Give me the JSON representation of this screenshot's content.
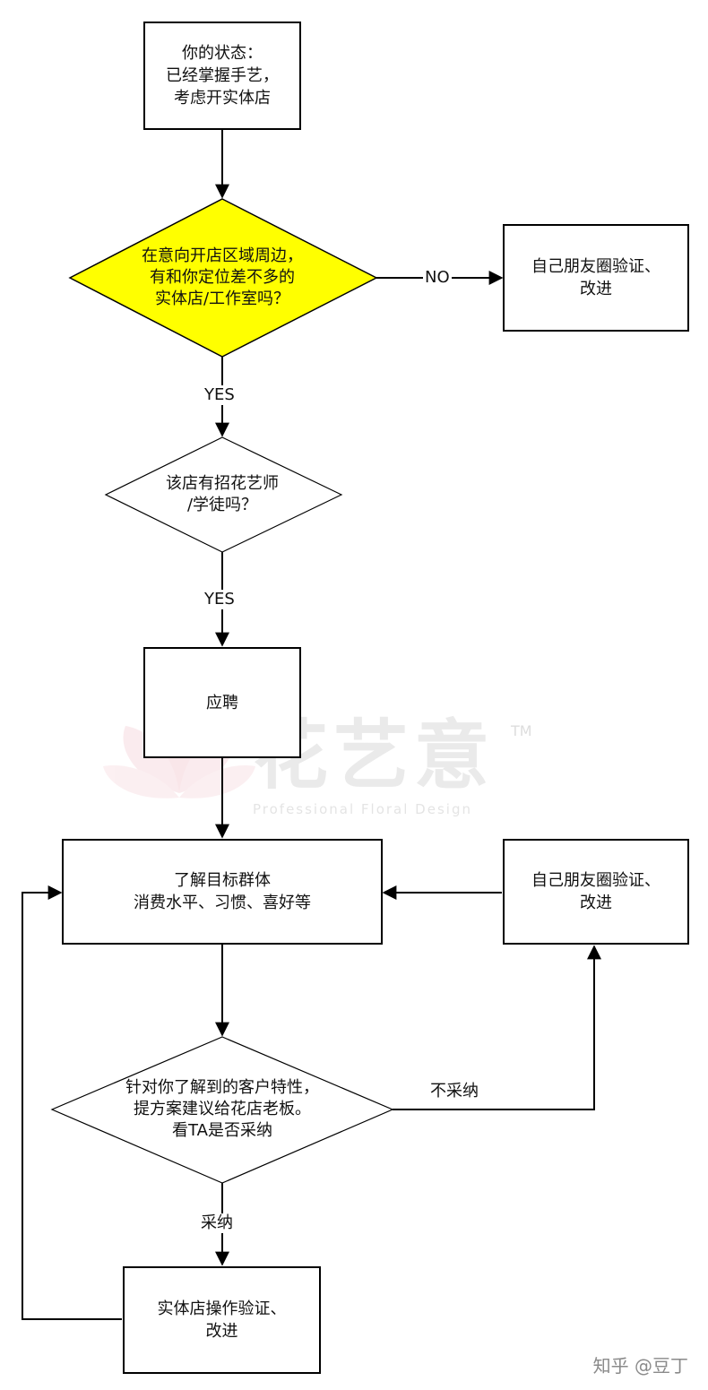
{
  "nodes": {
    "start": "你的状态：\n已经掌握手艺，\n考虑开实体店",
    "decision_similar_store": "在意向开店区域周边，\n有和你定位差不多的\n实体店/工作室吗？",
    "friends_validate_top": "自己朋友圈验证、\n改进",
    "decision_hiring": "该店有招花艺师\n/学徒吗？",
    "apply": "应聘",
    "understand_audience": "了解目标群体\n消费水平、习惯、喜好等",
    "friends_validate_bottom": "自己朋友圈验证、\n改进",
    "decision_proposal": "针对你了解到的客户特性，\n提方案建议给花店老板。\n看TA是否采纳",
    "store_validate": "实体店操作验证、\n改进"
  },
  "labels": {
    "no": "NO",
    "yes_1": "YES",
    "yes_2": "YES",
    "not_adopted": "不采纳",
    "adopted": "采纳"
  },
  "watermark": {
    "brand": "花艺意",
    "tm": "TM",
    "tagline": "Professional Floral Design"
  },
  "footer": "知乎 @豆丁",
  "colors": {
    "decision_highlight": "#ffff00",
    "line": "#000000",
    "watermark_flower": "#f6d6db"
  }
}
